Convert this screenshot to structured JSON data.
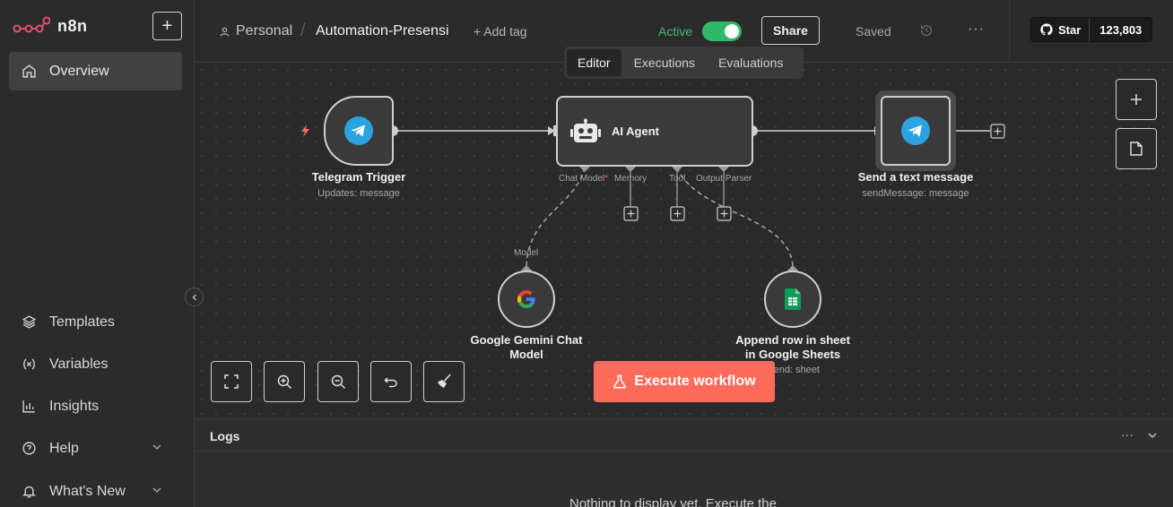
{
  "app": {
    "name": "n8n"
  },
  "sidebar": {
    "items": [
      {
        "label": "Overview"
      },
      {
        "label": "Templates"
      },
      {
        "label": "Variables"
      },
      {
        "label": "Insights"
      },
      {
        "label": "Help"
      },
      {
        "label": "What's New"
      }
    ]
  },
  "header": {
    "breadcrumb_project": "Personal",
    "breadcrumb_sep": "/",
    "workflow_name": "Automation-Presensi",
    "add_tag": "+ Add tag",
    "active_label": "Active",
    "active_state": true,
    "share_label": "Share",
    "saved_label": "Saved",
    "github_star": "Star",
    "github_count": "123,803"
  },
  "tabs": [
    {
      "label": "Editor",
      "selected": true
    },
    {
      "label": "Executions"
    },
    {
      "label": "Evaluations"
    }
  ],
  "nodes": {
    "telegram_trigger": {
      "label": "Telegram Trigger",
      "sub": "Updates: message"
    },
    "ai_agent": {
      "label": "AI Agent"
    },
    "send_message": {
      "label": "Send a text message",
      "sub": "sendMessage: message"
    },
    "gemini": {
      "label_line1": "Google Gemini Chat",
      "label_line2": "Model"
    },
    "sheets": {
      "label_line1": "Append row in sheet",
      "label_line2": "in Google Sheets",
      "sub": "pend: sheet"
    }
  },
  "ports": {
    "chat_model": "Chat Model",
    "required_mark": "*",
    "memory": "Memory",
    "tool": "Tool",
    "output_parser": "Output Parser",
    "model": "Model"
  },
  "canvas": {
    "execute_label": "Execute workflow"
  },
  "logs": {
    "title": "Logs",
    "empty": "Nothing to display yet. Execute the"
  },
  "colors": {
    "accent": "#ff6b5b",
    "active": "#2fb866",
    "telegram": "#2aa3df"
  }
}
